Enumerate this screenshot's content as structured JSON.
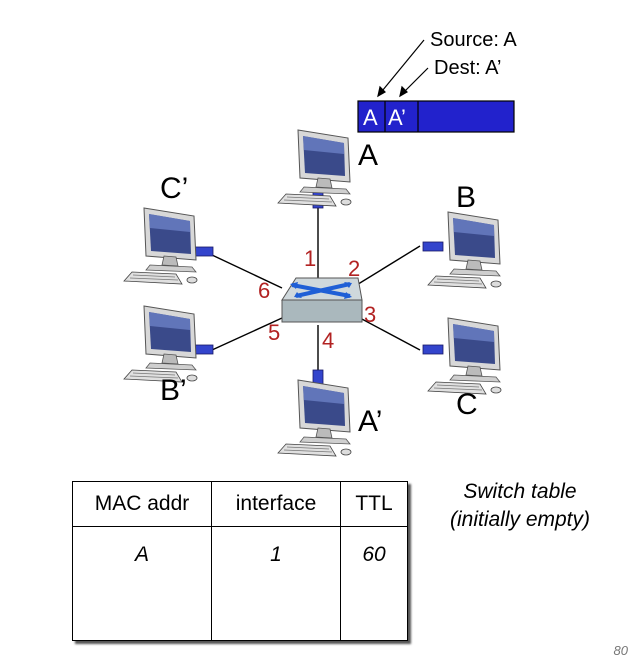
{
  "nodes": {
    "A": "A",
    "B": "B",
    "C": "C",
    "A_prime": "A’",
    "B_prime": "B’",
    "C_prime": "C’"
  },
  "ports": [
    "1",
    "2",
    "3",
    "4",
    "5",
    "6"
  ],
  "frame": {
    "src": "A",
    "dst": "A’",
    "source_annotation": "Source: A",
    "dest_annotation": "Dest: A’"
  },
  "switch_table": {
    "caption_line1": "Switch table",
    "caption_line2": "(initially empty)",
    "headers": [
      "MAC addr",
      "interface",
      "TTL"
    ],
    "rows": [
      [
        "A",
        "1",
        "60"
      ]
    ]
  },
  "page_number": "80",
  "colors": {
    "link": "#000000",
    "port_label": "#b22222",
    "frame_fill": "#2222cc",
    "connector": "#3344cc",
    "switch_arrows": "#1f5fd6"
  }
}
